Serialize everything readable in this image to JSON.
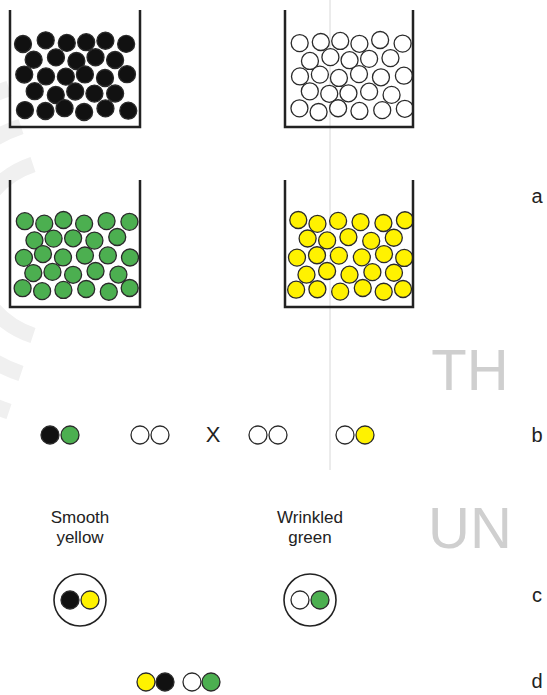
{
  "diagram": {
    "nodes": [
      {
        "text": [
          "Smooth yellow"
        ]
      },
      {
        "text": [
          "Wrinkled green"
        ]
      }
    ],
    "labels": [
      "a",
      "b",
      "X",
      "c",
      "d",
      "TH",
      "UN"
    ]
  }
}
